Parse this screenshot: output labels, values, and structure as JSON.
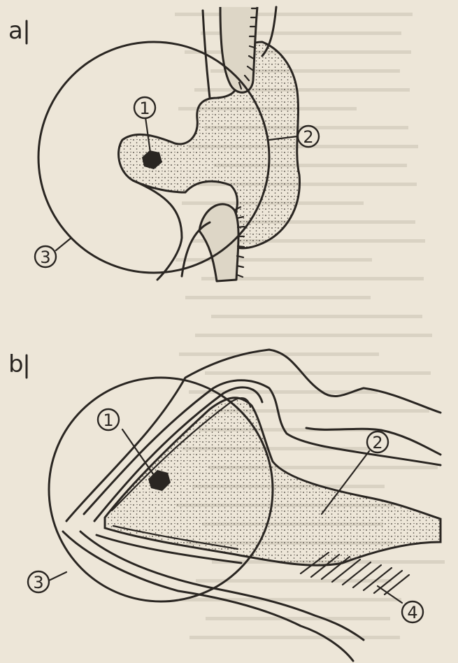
{
  "panels": [
    {
      "letter": "a",
      "labels": [
        "1",
        "2",
        "3"
      ]
    },
    {
      "letter": "b",
      "labels": [
        "1",
        "2",
        "3",
        "4"
      ]
    }
  ],
  "colors": {
    "paper": "#ede6d8",
    "ink": "#2a2622"
  }
}
